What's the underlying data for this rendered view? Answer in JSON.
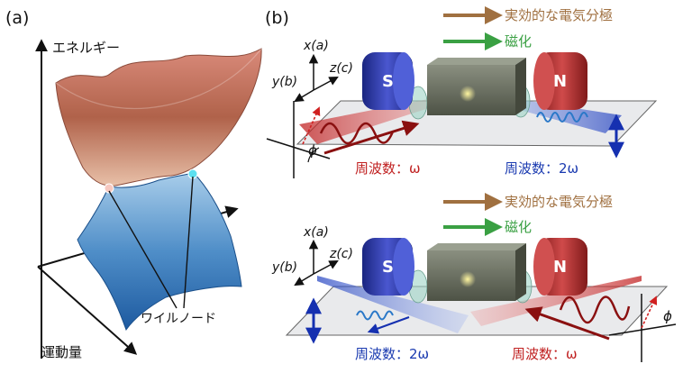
{
  "panel_a": {
    "label": "(a)",
    "energy_axis": "エネルギー",
    "momentum_axis": "運動量",
    "weyl_nodes": "ワイルノード"
  },
  "panel_b": {
    "label": "(b)",
    "legend": {
      "effective_dipole": "実効的な電気分極",
      "magnetization": "磁化"
    },
    "axes": {
      "x": "x(a)",
      "y": "y(b)",
      "z": "z(c)"
    },
    "magnet_s": "S",
    "magnet_n": "N",
    "phi": "ϕ",
    "top": {
      "left_freq": "周波数：ω",
      "right_freq": "周波数：2ω"
    },
    "bottom": {
      "left_freq": "周波数：2ω",
      "right_freq": "周波数：ω"
    }
  },
  "colors": {
    "brown": "#a07040",
    "green": "#3aa043",
    "red_beam": "#b02020",
    "blue_beam": "#2040b0",
    "magnet_s": "#2a36a8",
    "magnet_n": "#a82a2a",
    "crystal": "#6a6e60"
  },
  "icons": [
    "arrow-icon",
    "magnet-s-icon",
    "magnet-n-icon",
    "lens-icon",
    "crystal-icon"
  ]
}
